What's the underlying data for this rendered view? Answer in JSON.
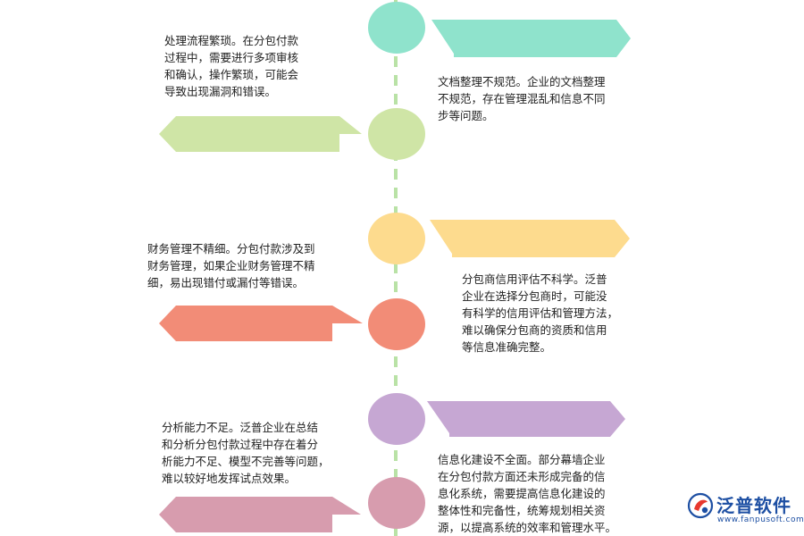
{
  "colors": {
    "teal": "#8fe3cc",
    "green": "#cfe5a6",
    "yellow": "#fddb8e",
    "salmon": "#f28c77",
    "purple": "#c6a7d3",
    "pink": "#d79cae",
    "spine": "#b9e2a6",
    "brand": "#1d4fa3"
  },
  "items": [
    {
      "text": "处理流程繁琐。在分包付款\n过程中，需要进行多项审核\n和确认，操作繁琐，可能会\n导致出现漏洞和错误。"
    },
    {
      "text": "文档整理不规范。企业的文档整理\n不规范，存在管理混乱和信息不同\n步等问题。"
    },
    {
      "text": "财务管理不精细。分包付款涉及到\n财务管理，如果企业财务管理不精\n细，易出现错付或漏付等错误。"
    },
    {
      "text": "分包商信用评估不科学。泛普\n企业在选择分包商时，可能没\n有科学的信用评估和管理方法，\n难以确保分包商的资质和信用\n等信息准确完整。"
    },
    {
      "text": "分析能力不足。泛普企业在总结\n和分析分包付款过程中存在着分\n析能力不足、模型不完善等问题，\n难以较好地发挥试点效果。"
    },
    {
      "text": "信息化建设不全面。部分幕墙企业\n在分包付款方面还未形成完备的信\n息化系统，需要提高信息化建设的\n整体性和完备性，统筹规划相关资\n源，以提高系统的效率和管理水平。"
    }
  ],
  "logo": {
    "name": "泛普软件",
    "url": "www.fanpusoft.com",
    "icon": "fanpu-logo-icon"
  }
}
